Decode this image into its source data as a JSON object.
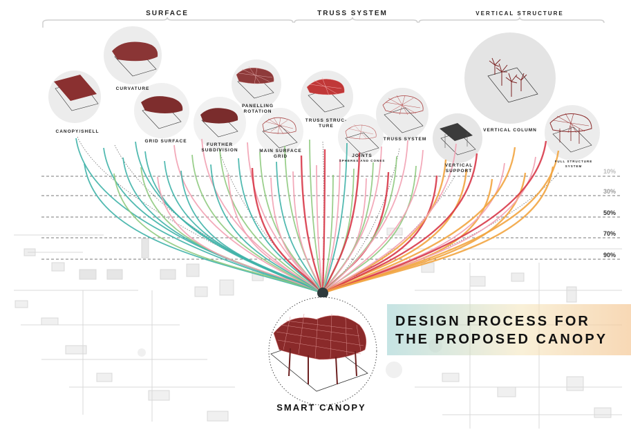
{
  "headers": {
    "surface": "Surface",
    "truss": "Truss system",
    "vertical": "vertical structure"
  },
  "nodes": {
    "canopy_shell": "Canopy/Shell",
    "curvature": "Curvature",
    "grid_surface": "Grid Surface",
    "further_subdivision_1": "Further",
    "further_subdivision_2": "subdivision",
    "panelling_1": "Panelling",
    "panelling_2": "rotation",
    "main_surface_grid_1": "Main surface",
    "main_surface_grid_2": "grid",
    "truss_structure_1": "Truss struc-",
    "truss_structure_2": "ture",
    "joints_1": "Joints",
    "joints_2": "spheres and cones",
    "truss_system": "Truss system",
    "vertical_support_1": "Vertical",
    "vertical_support_2": "support",
    "vertical_column": "Vertical column",
    "full_structure_1": "Full structure",
    "full_structure_2": "system"
  },
  "percentages": [
    "10%",
    "30%",
    "50%",
    "70%",
    "90%"
  ],
  "title": {
    "line1": "Design Process For",
    "line2": "The Proposed Canopy"
  },
  "result_label": "SMART CANOPY",
  "colors": {
    "teal": "#3fb3a8",
    "green": "#8fca7f",
    "pink": "#f2a1b3",
    "red": "#d83a4a",
    "orange": "#f2a541",
    "canopy": "#8a2a2a",
    "hub": "#2e3a3c"
  }
}
